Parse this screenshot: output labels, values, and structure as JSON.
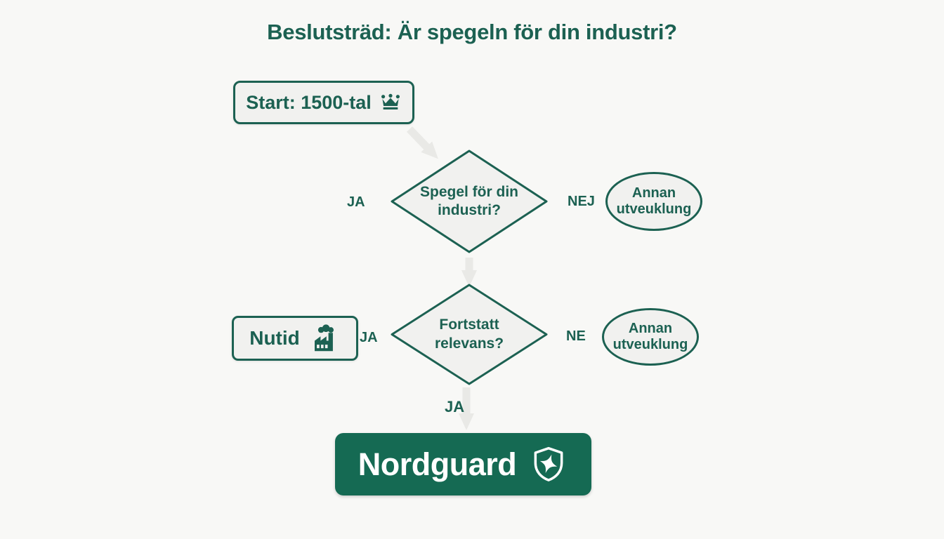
{
  "title": "Beslutsträd: Är spegeln för din industri?",
  "colors": {
    "accent_green": "#1c6152",
    "brand_green": "#156a53",
    "node_fill": "#f1f1ef",
    "arrow_gray": "#e9e9e6",
    "background": "#f8f8f6",
    "result_text": "#ffffff"
  },
  "nodes": {
    "start": {
      "label": "Start: 1500-tal",
      "icon": "crown-icon"
    },
    "decision1": {
      "line1": "Spegel för din",
      "line2": "industri?"
    },
    "outcome1": {
      "line1": "Annan",
      "line2": "utveuklung"
    },
    "decision2": {
      "line1": "Fortstatt",
      "line2": "relevans?"
    },
    "present": {
      "label": "Nutid",
      "icon": "factory-icon"
    },
    "outcome2": {
      "line1": "Annan",
      "line2": "utveuklung"
    },
    "result": {
      "label": "Nordguard",
      "icon": "shield-icon"
    }
  },
  "edge_labels": {
    "d1_yes": "JA",
    "d1_no": "NEJ",
    "d2_yes_left": "JA",
    "d2_no": "NE",
    "d2_yes_down": "JA"
  }
}
